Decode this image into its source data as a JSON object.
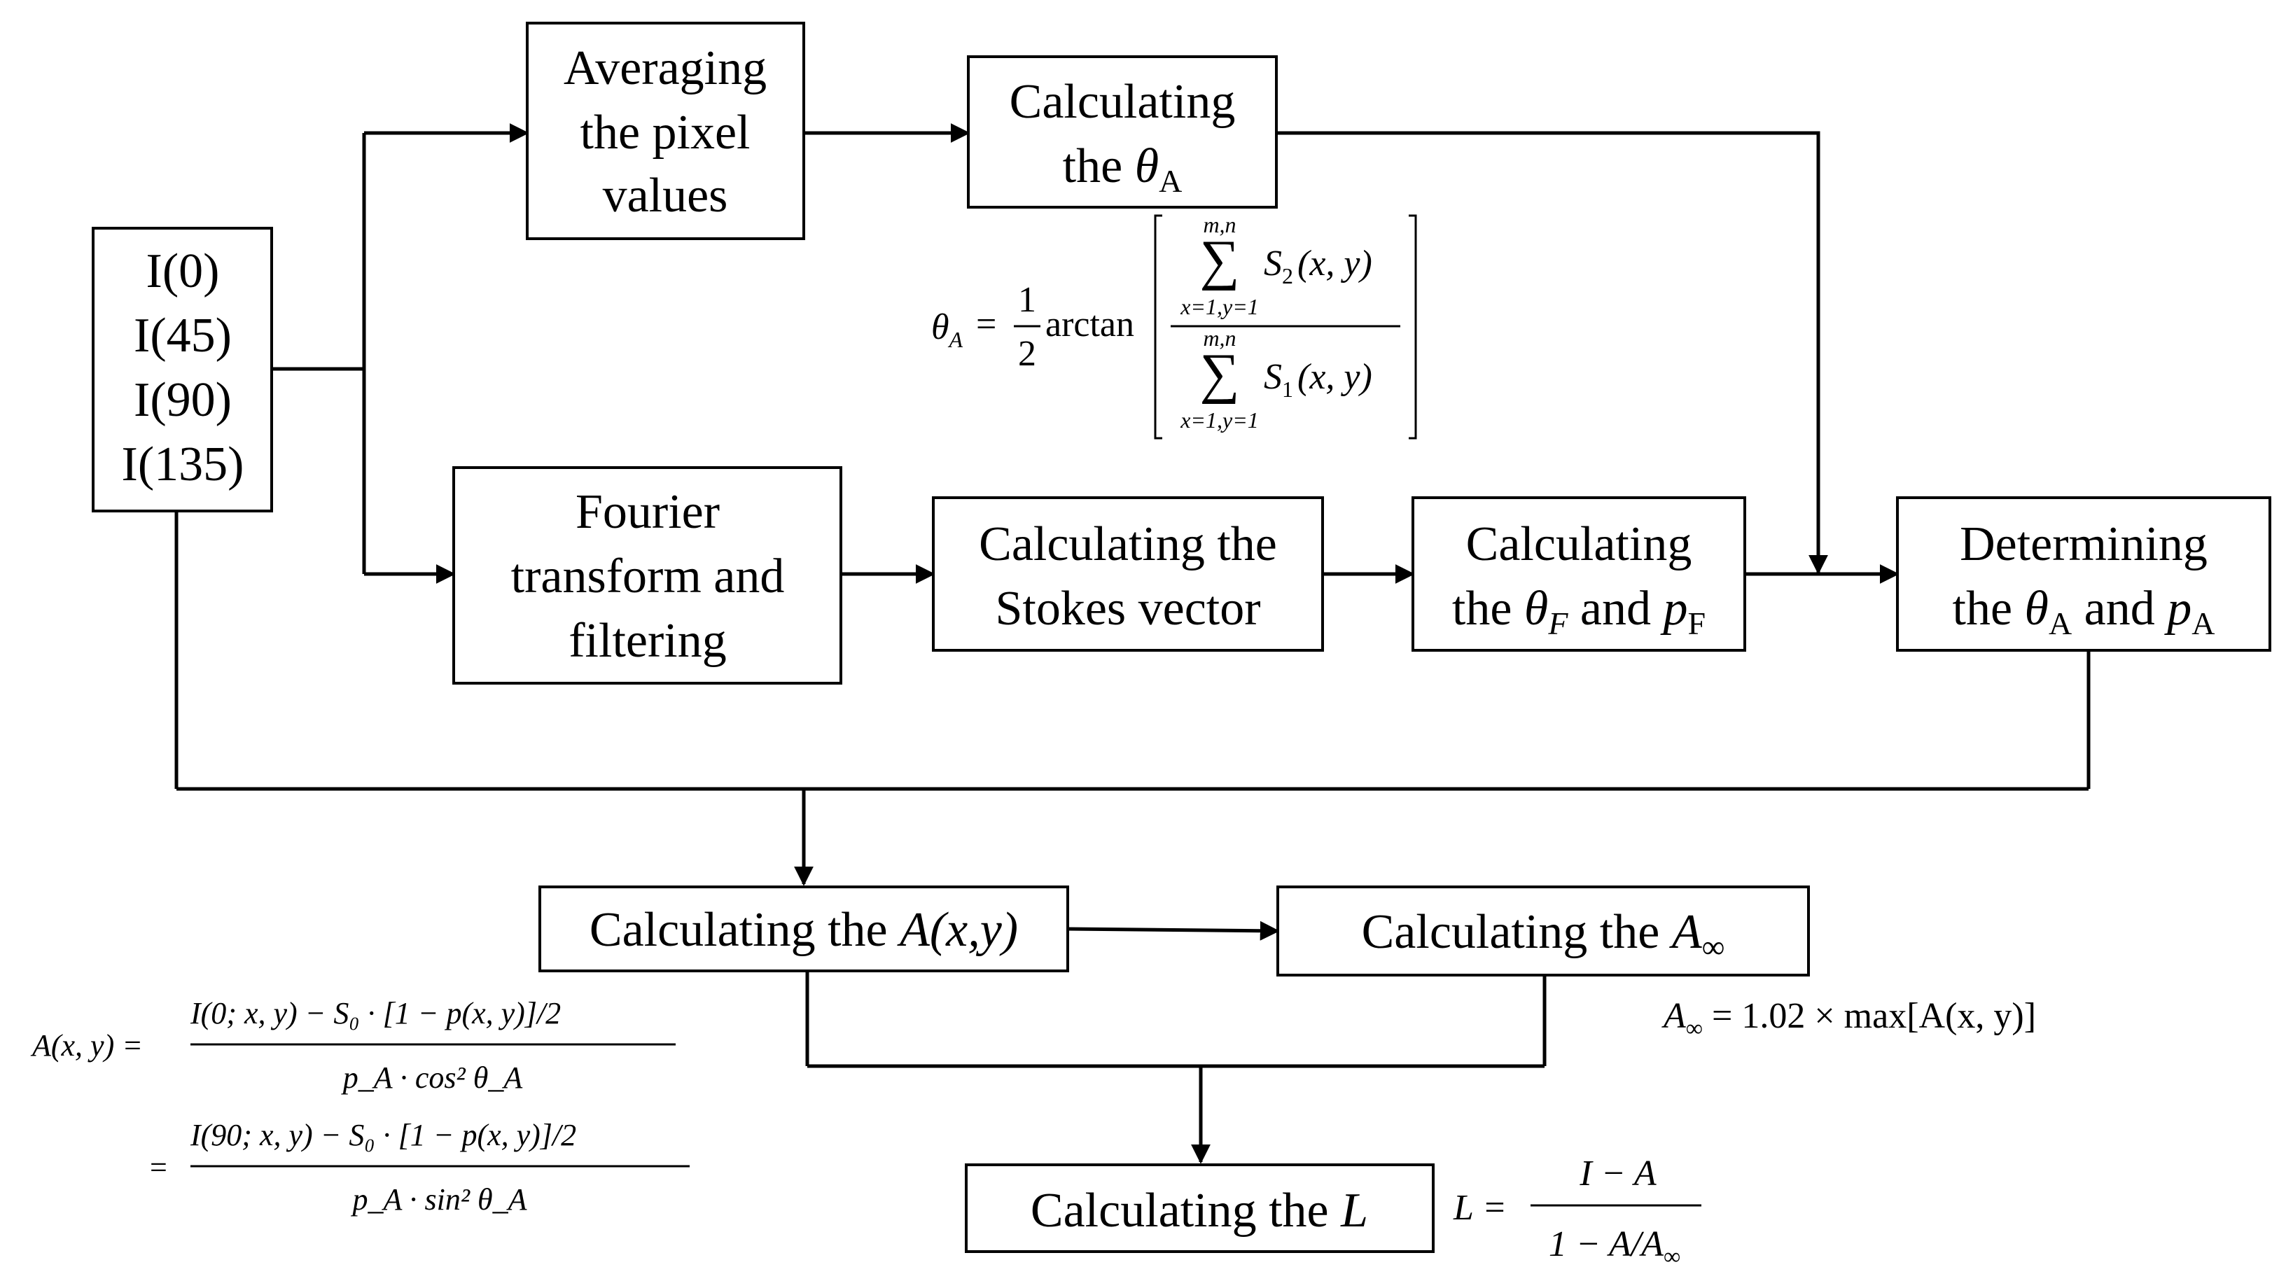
{
  "nodes": {
    "input": {
      "lines": [
        "I(0)",
        "I(45)",
        "I(90)",
        "I(135)"
      ]
    },
    "averaging": {
      "lines": [
        "Averaging",
        "the pixel",
        "values"
      ]
    },
    "calc_theta_a": {
      "line1": "Calculating",
      "line2_prefix": "the ",
      "symbol": "θ",
      "sub": "A"
    },
    "fourier": {
      "lines": [
        "Fourier",
        "transform and",
        "filtering"
      ]
    },
    "stokes": {
      "lines": [
        "Calculating the",
        "Stokes vector"
      ]
    },
    "calc_theta_f": {
      "line1": "Calculating",
      "prefix": "the ",
      "sym1": "θ",
      "sub1": "F",
      "mid": " and ",
      "sym2": "p",
      "sub2": "F"
    },
    "determine": {
      "line1": "Determining",
      "prefix": "the ",
      "sym1": "θ",
      "sub1": "A",
      "mid": " and ",
      "sym2": "p",
      "sub2": "A"
    },
    "calc_a": {
      "prefix": "Calculating the ",
      "expr": "A(x,y)"
    },
    "calc_ainf": {
      "prefix": "Calculating the ",
      "sym": "A",
      "sub": "∞"
    },
    "calc_l": {
      "prefix": "Calculating the ",
      "sym": "L"
    }
  },
  "equations": {
    "theta_a": {
      "lhs": "θ",
      "lhs_sub": "A",
      "equals": "=",
      "half_num": "1",
      "half_den": "2",
      "func": "arctan",
      "sum_upper": "m,n",
      "sum_lower": "x=1,y=1",
      "sigma": "∑",
      "num_term": "S",
      "num_sub": "2",
      "num_args": "(x, y)",
      "den_term": "S",
      "den_sub": "1",
      "den_args": "(x, y)"
    },
    "a_xy": {
      "lhs": "A(x, y) =",
      "num1": "I(0; x, y) − S₀ · [1 − p(x, y)]/2",
      "den1": "p_A · cos² θ_A",
      "eq2": "=",
      "num2": "I(90; x, y) − S₀ · [1 − p(x, y)]/2",
      "den2": "p_A · sin² θ_A"
    },
    "a_inf": {
      "lhs": "A",
      "lhs_sub": "∞",
      "rhs": " = 1.02 × max[A(x, y)]"
    },
    "l": {
      "lhs": "L =",
      "num": "I − A",
      "den_prefix": "1 − A/A",
      "den_sub": "∞"
    }
  }
}
